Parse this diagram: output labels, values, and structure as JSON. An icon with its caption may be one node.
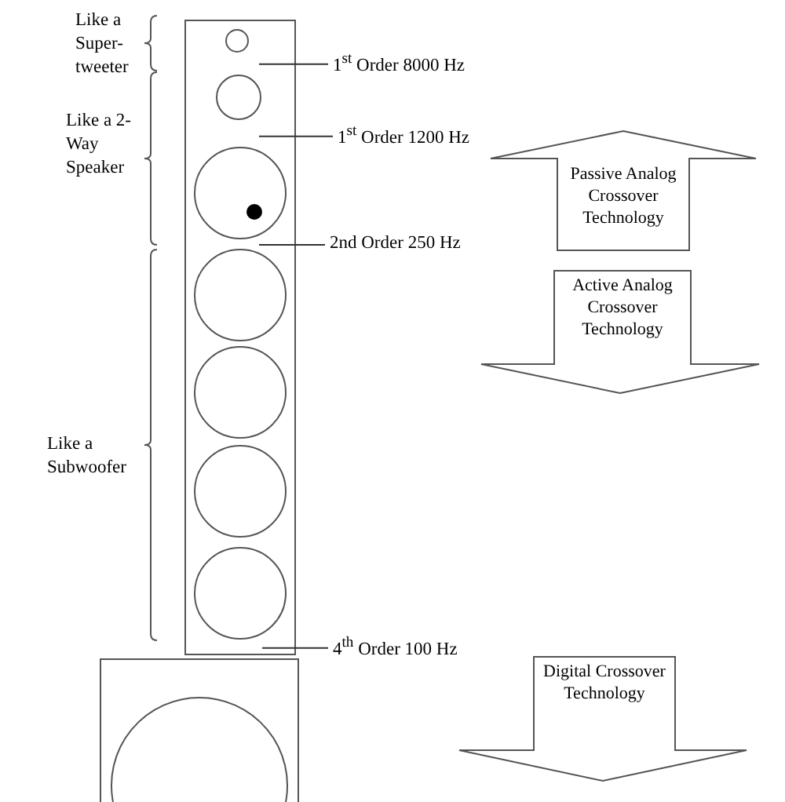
{
  "diagram": {
    "nodes": [
      {
        "text": [
          "1$^{st}$ Order 8000 Hz"
        ]
      },
      {
        "text": [
          "1$^{st}$ Order 1200 Hz"
        ]
      },
      {
        "text": [
          "2nd Order 250 Hz"
        ]
      },
      {
        "text": [
          "4$^{th}$ Order 100 Hz"
        ]
      },
      {
        "text": [
          "Passive Analog Crossover Technology"
        ]
      },
      {
        "text": [
          "Active Analog Crossover Technology"
        ]
      },
      {
        "text": [
          "Digital Crossover Technology"
        ]
      }
    ],
    "edges": [
      {
        "from": 0,
        "to": null,
        "arrow": "none"
      },
      {
        "from": 1,
        "to": null,
        "arrow": "none"
      },
      {
        "from": 2,
        "to": null,
        "arrow": "none"
      },
      {
        "from": 3,
        "to": null,
        "arrow": "none"
      }
    ],
    "labels": [
      "Like a Super-tweeter",
      "Like a 2-Way Speaker",
      "Like a Subwoofer"
    ]
  }
}
